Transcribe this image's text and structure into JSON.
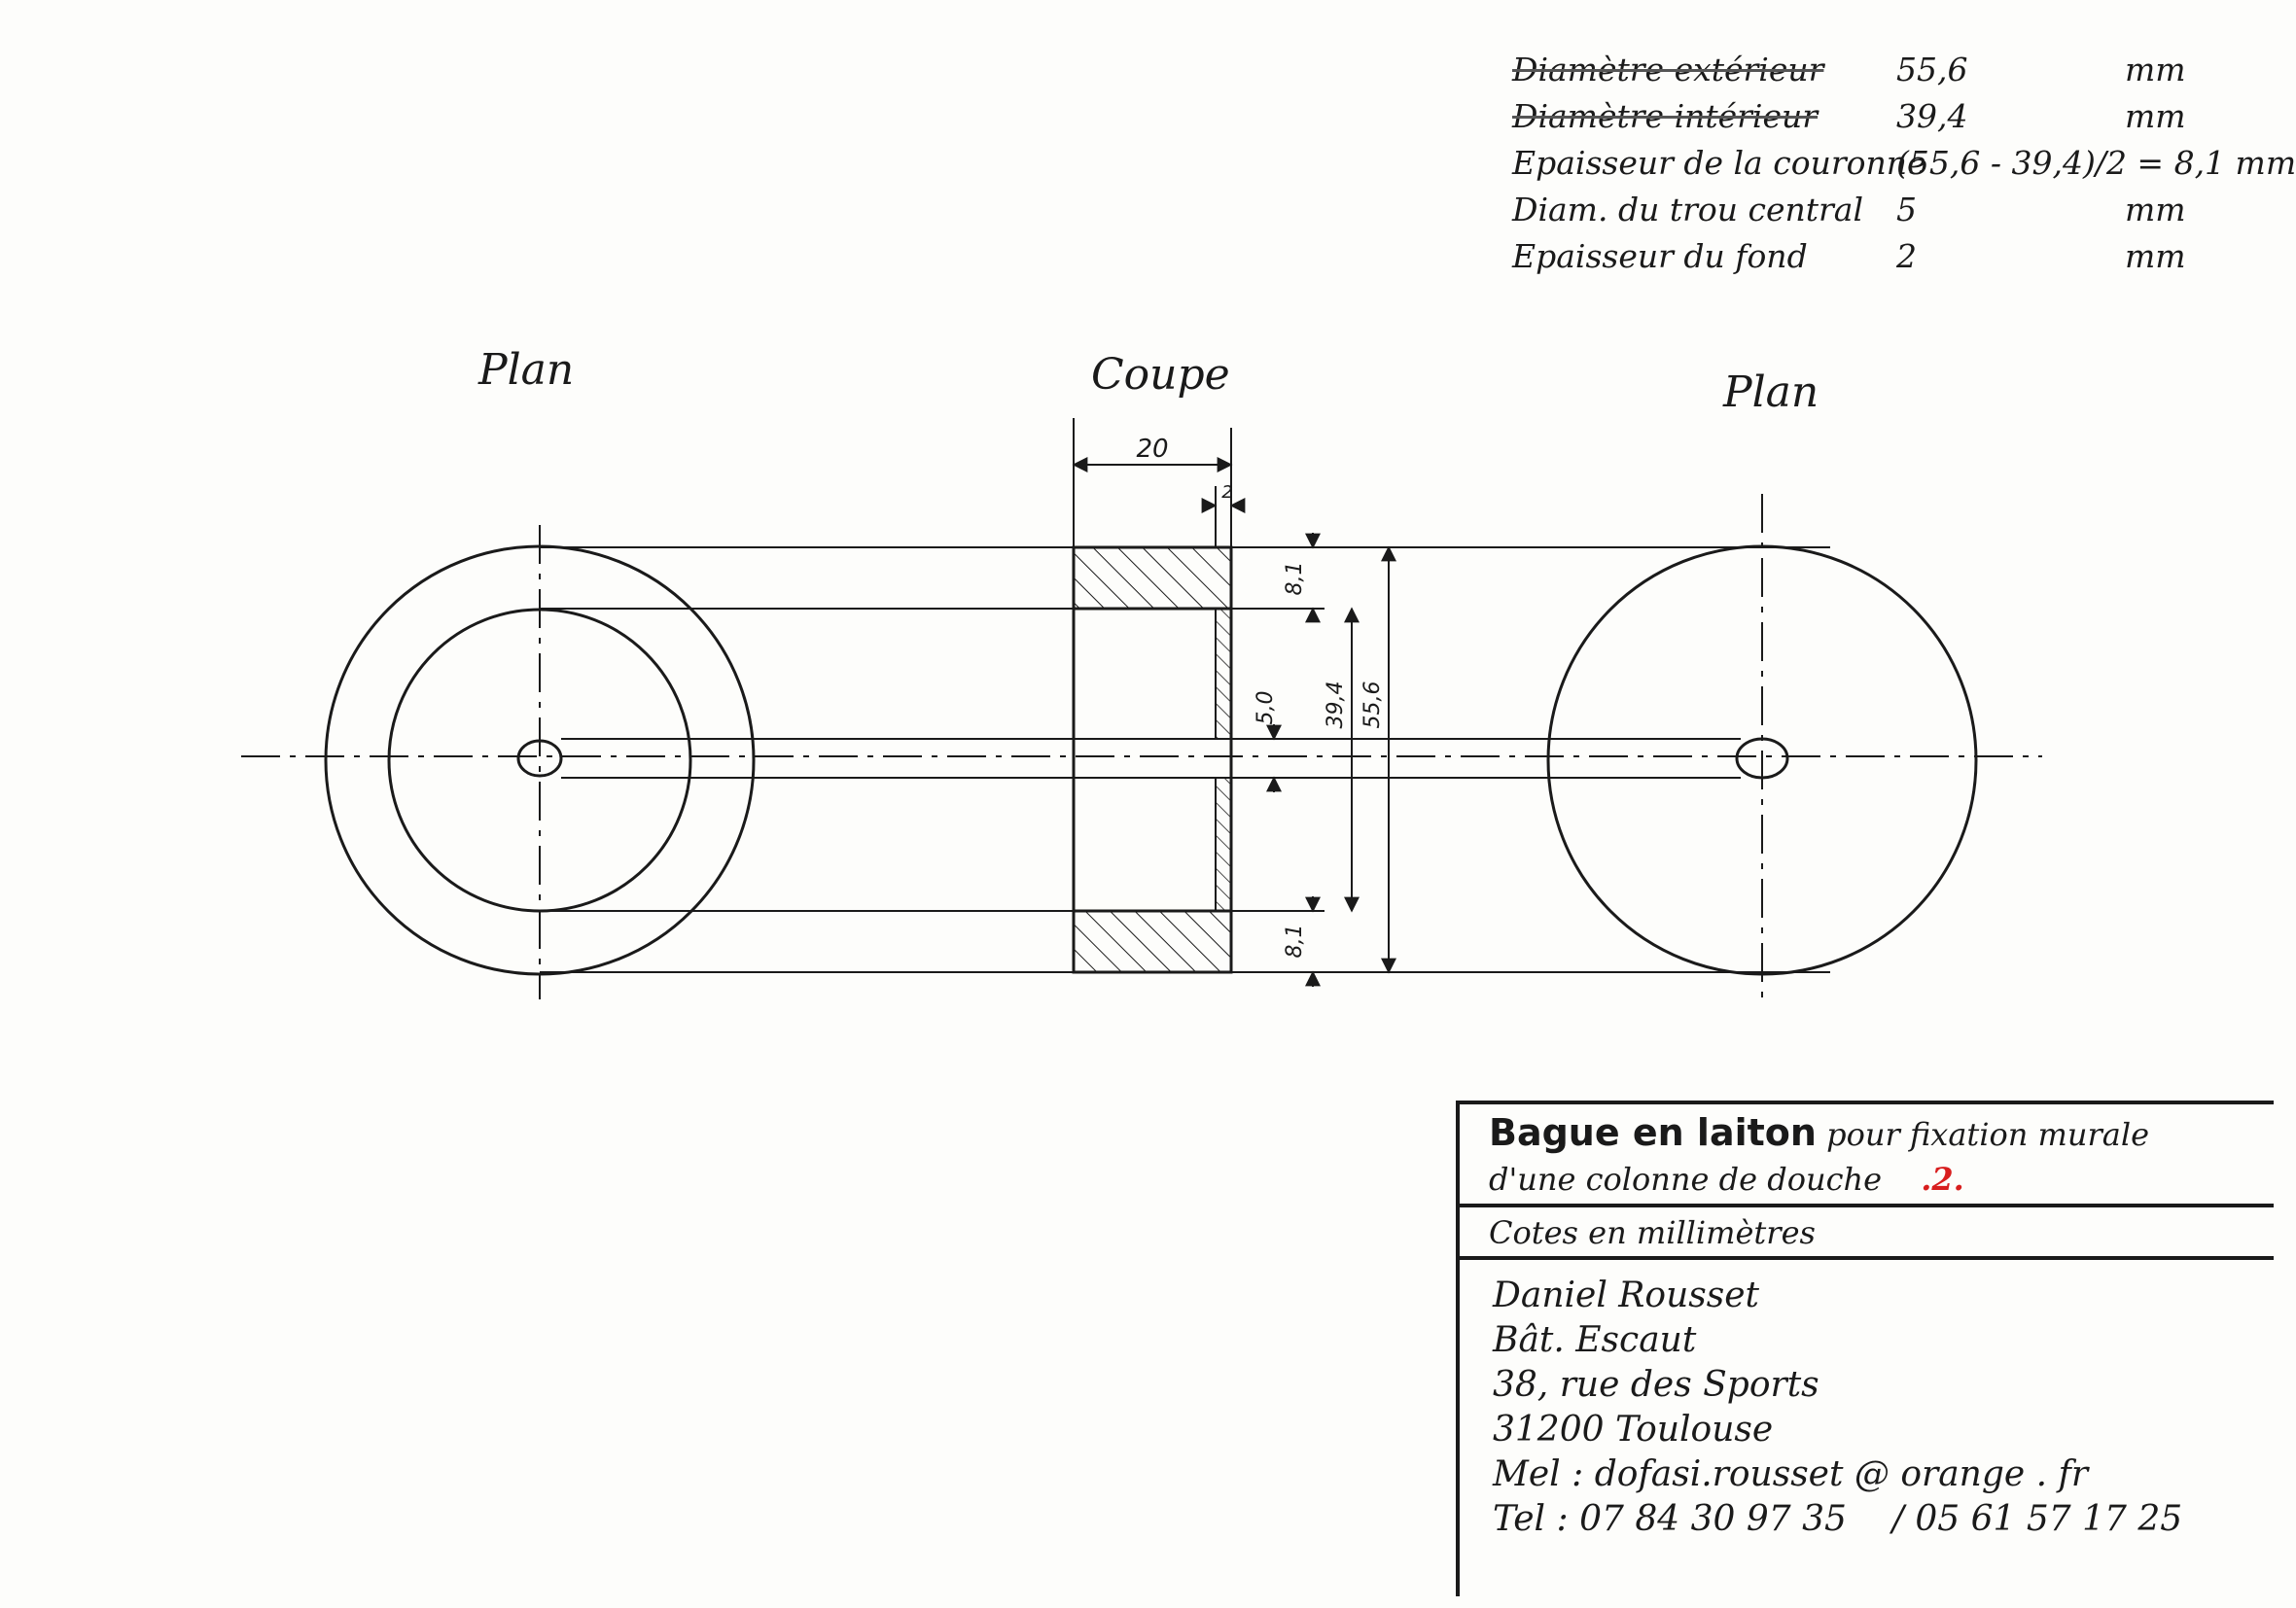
{
  "specs": [
    {
      "label": "Diamètre extérieur",
      "value": "55,6",
      "unit": "mm",
      "struck": true
    },
    {
      "label": "Diamètre intérieur",
      "value": "39,4",
      "unit": "mm",
      "struck": true
    },
    {
      "label": "Epaisseur de la couronne",
      "value": "(55,6 - 39,4)/2 = 8,1 mm",
      "unit": "",
      "struck": false
    },
    {
      "label": "Diam. du trou central",
      "value": "5",
      "unit": "mm",
      "struck": false
    },
    {
      "label": "Epaisseur du fond",
      "value": "2",
      "unit": "mm",
      "struck": false
    }
  ],
  "views": {
    "left": "Plan",
    "middle": "Coupe",
    "right": "Plan"
  },
  "dimensions": {
    "width": "20",
    "bottom_thickness": "2",
    "crown_top": "8,1",
    "crown_bottom": "8,1",
    "hole": "5,0",
    "inner": "39,4",
    "outer": "55,6"
  },
  "cartouche": {
    "title_main": "Bague en laiton",
    "title_rest": "pour fixation murale",
    "title_line2": "d'une colonne de douche",
    "title_number": ".2.",
    "units_note": "Cotes en millimètres",
    "author": "Daniel Rousset",
    "building": "Bât. Escaut",
    "street": "38, rue des Sports",
    "city": "31200 Toulouse",
    "mail_label": "Mel :",
    "mail": "dofasi.rousset @ orange . fr",
    "tel_label": "Tel :",
    "tel1": "07 84 30 97 35",
    "tel_sep": "/",
    "tel2": "05 61 57 17 25"
  }
}
